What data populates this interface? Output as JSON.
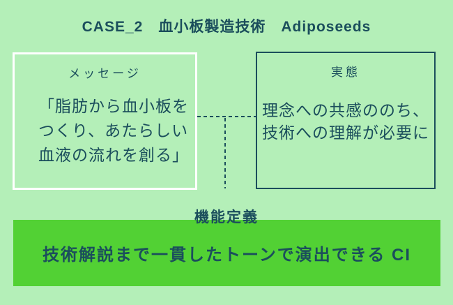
{
  "page": {
    "background_color": "#b4efb8",
    "text_color": "#1b4e5c",
    "accent_bar_color": "#52d134",
    "message_box_border_color": "#ffffff",
    "reality_box_border_color": "#1b4e5c"
  },
  "title": "CASE_2　血小板製造技術　Adiposeeds",
  "message_box": {
    "label": "メッセージ",
    "lines": [
      "「脂肪から血小板を",
      "つくり、あたらしい",
      "血液の流れを創る」"
    ]
  },
  "reality_box": {
    "label": "実態",
    "lines": [
      "理念への共感ののち、",
      "技術への理解が必要に"
    ]
  },
  "function_definition": {
    "label": "機能定義",
    "bar_text": "技術解説まで一貫したトーンで演出できる CI"
  }
}
